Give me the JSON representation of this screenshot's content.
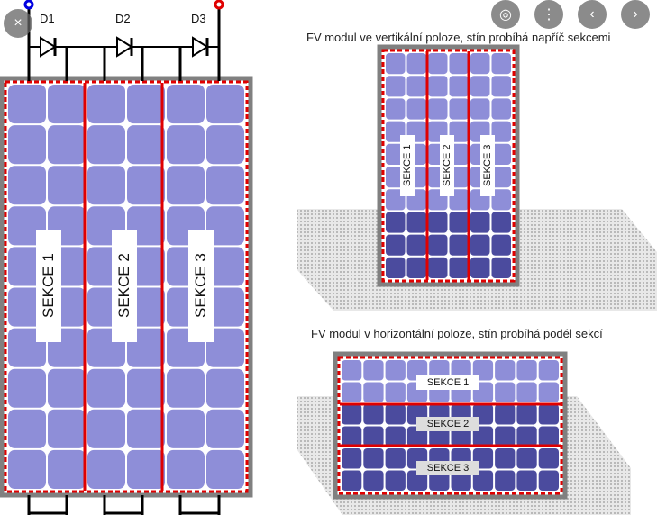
{
  "viewer": {
    "close_icon": "×",
    "lens_icon": "◎",
    "more_icon": "⋮",
    "prev_icon": "‹",
    "next_icon": "›"
  },
  "diagram": {
    "diodes": [
      "D1",
      "D2",
      "D3"
    ],
    "left_sections": [
      "SEKCE 1",
      "SEKCE 2",
      "SEKCE 3"
    ],
    "caption_vertical": "FV modul ve vertikální poloze, stín probíhá napříč sekcemi",
    "vertical_sections": [
      "SEKCE 1",
      "SEKCE 2",
      "SEKCE 3"
    ],
    "caption_horizontal": "FV modul v horizontální poloze, stín probíhá podél sekcí",
    "horizontal_sections": [
      "SEKCE 1",
      "SEKCE 2",
      "SEKCE 3"
    ],
    "colors": {
      "cell": "#8e8ed8",
      "cell_shaded": "#4b4b9e",
      "frame": "#808080",
      "string": "#e00000",
      "plus": "#e00000",
      "minus": "#0000e0"
    }
  }
}
